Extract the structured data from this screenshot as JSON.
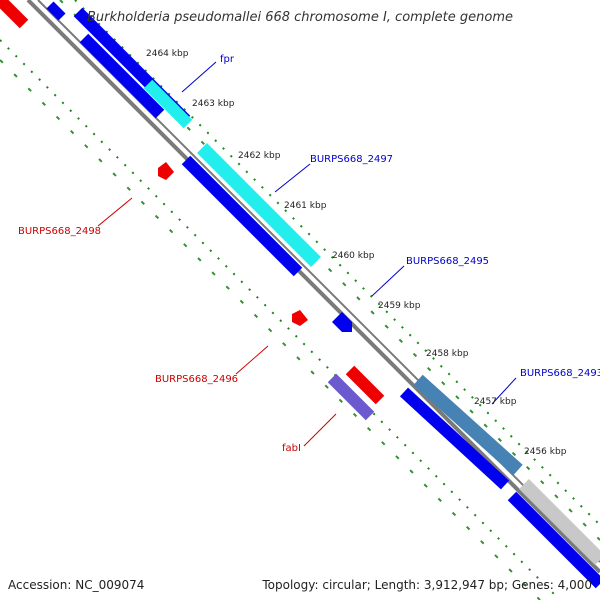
{
  "title": "Burkholderia pseudomallei 668 chromosome I, complete genome",
  "accession_text": "Accession: NC_009074",
  "summary_text": "Topology: circular; Length: 3,912,947 bp; Genes: 4,000",
  "ticks": [
    "2464 kbp",
    "2463 kbp",
    "2462 kbp",
    "2461 kbp",
    "2460 kbp",
    "2459 kbp",
    "2458 kbp",
    "2457 kbp",
    "2456 kbp"
  ],
  "gene_labels": {
    "fpr": "fpr",
    "burps2497": "BURPS668_2497",
    "burps2495": "BURPS668_2495",
    "burps2493": "BURPS668_2493",
    "burps2498": "BURPS668_2498",
    "burps2496": "BURPS668_2496",
    "fabi": "fabI"
  },
  "colors": {
    "forward_label": "#0000cc",
    "reverse_label": "#cc0000",
    "backbone": "#7a7a7a",
    "cds_blue": "#0000ee",
    "cyan": "#22eeee",
    "red": "#ee0000",
    "purple": "#6a5acd",
    "steel": "#4682b4",
    "grey": "#c8c8c8",
    "dots": "#1a8a1a"
  }
}
